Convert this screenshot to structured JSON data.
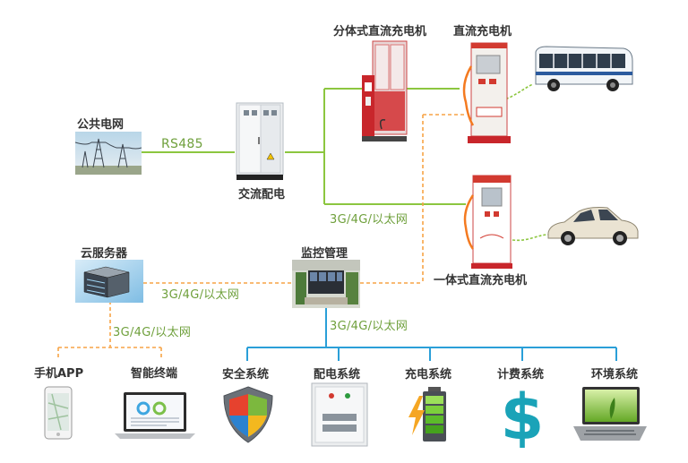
{
  "nodes": {
    "grid": "公共电网",
    "ac_dist": "交流配电",
    "split_dc": "分体式直流充电机",
    "dc_charger": "直流充电机",
    "integrated_dc": "一体式直流充电机",
    "cloud": "云服务器",
    "monitor": "监控管理"
  },
  "links": {
    "rs485": "RS485",
    "net_top": "3G/4G/以太网",
    "net_cloud": "3G/4G/以太网",
    "net_terminal": "3G/4G/以太网",
    "net_systems": "3G/4G/以太网"
  },
  "clients": [
    "手机APP",
    "智能终端"
  ],
  "systems": [
    "安全系统",
    "配电系统",
    "充电系统",
    "计费系统",
    "环境系统"
  ],
  "colors": {
    "green_line": "#8cc63f",
    "orange_dash": "#f7a446",
    "blue_line": "#2a9fd8",
    "label_green": "#6fa03c"
  }
}
